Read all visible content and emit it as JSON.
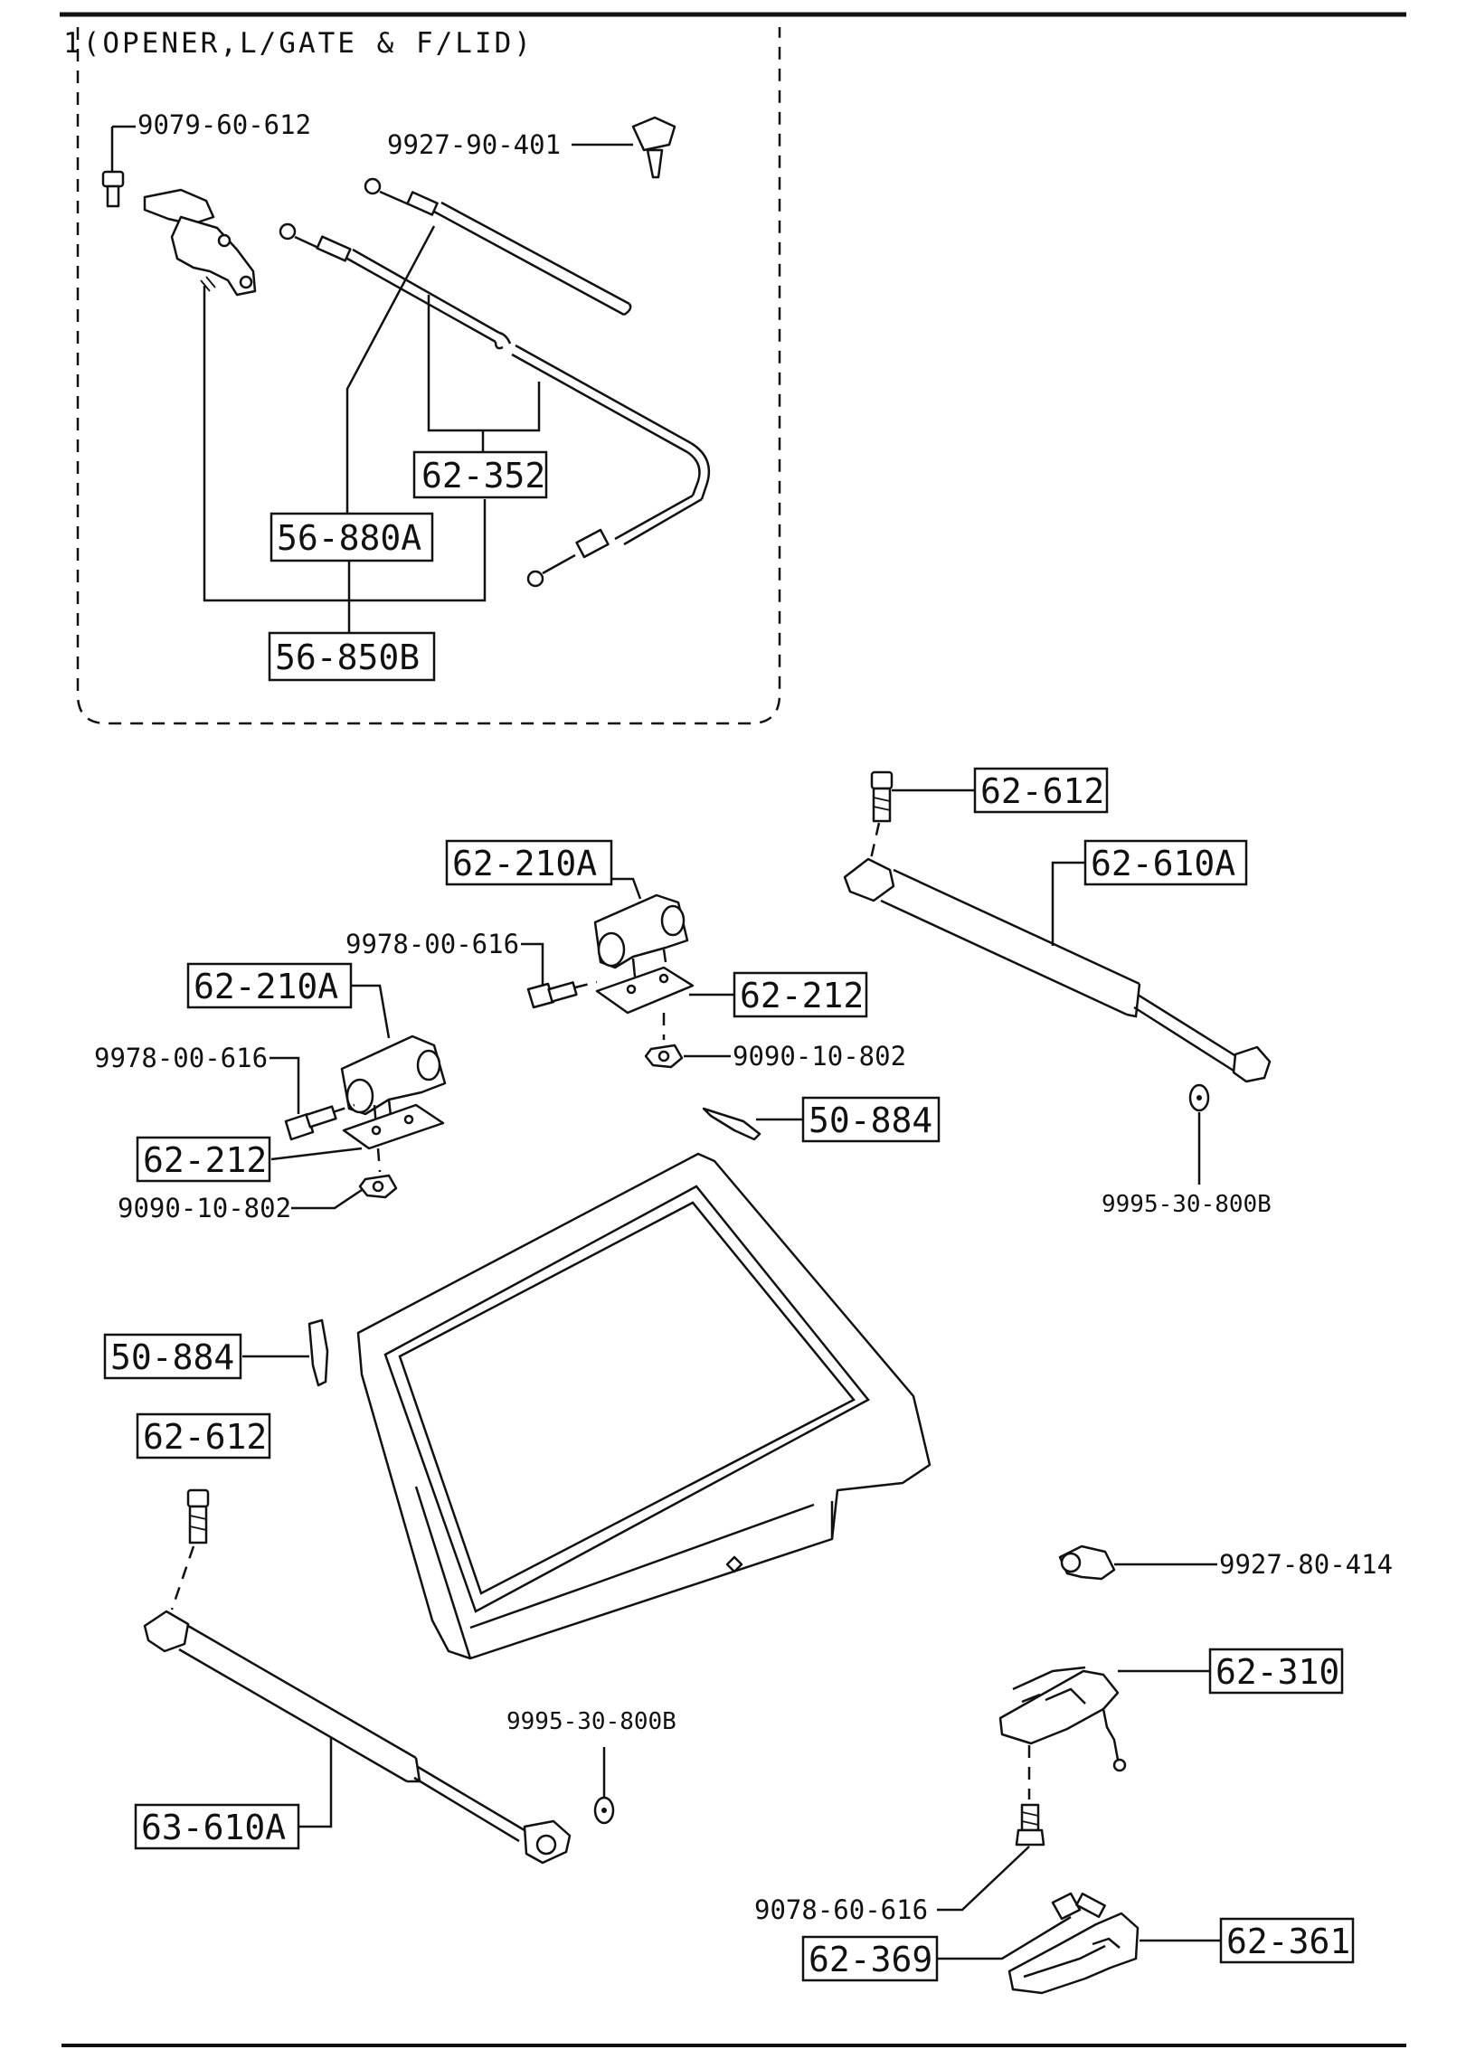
{
  "title": "1(OPENER,L/GATE & F/LID)",
  "callouts": {
    "c1": "9079-60-612",
    "c2": "9927-90-401",
    "c3": "62-352",
    "c4": "56-880A",
    "c5": "56-850B",
    "c6": "62-612",
    "c7": "62-610A",
    "c8": "62-210A",
    "c9": "9978-00-616",
    "c10": "62-212",
    "c11": "9090-10-802",
    "c12": "62-210A",
    "c13": "9978-00-616",
    "c14": "50-884",
    "c15": "62-212",
    "c16": "9090-10-802",
    "c17": "9995-30-800B",
    "c18": "50-884",
    "c19": "62-612",
    "c20": "9927-80-414",
    "c21": "62-310",
    "c22": "9995-30-800B",
    "c23": "63-610A",
    "c24": "9078-60-616",
    "c25": "62-361",
    "c26": "62-369"
  }
}
